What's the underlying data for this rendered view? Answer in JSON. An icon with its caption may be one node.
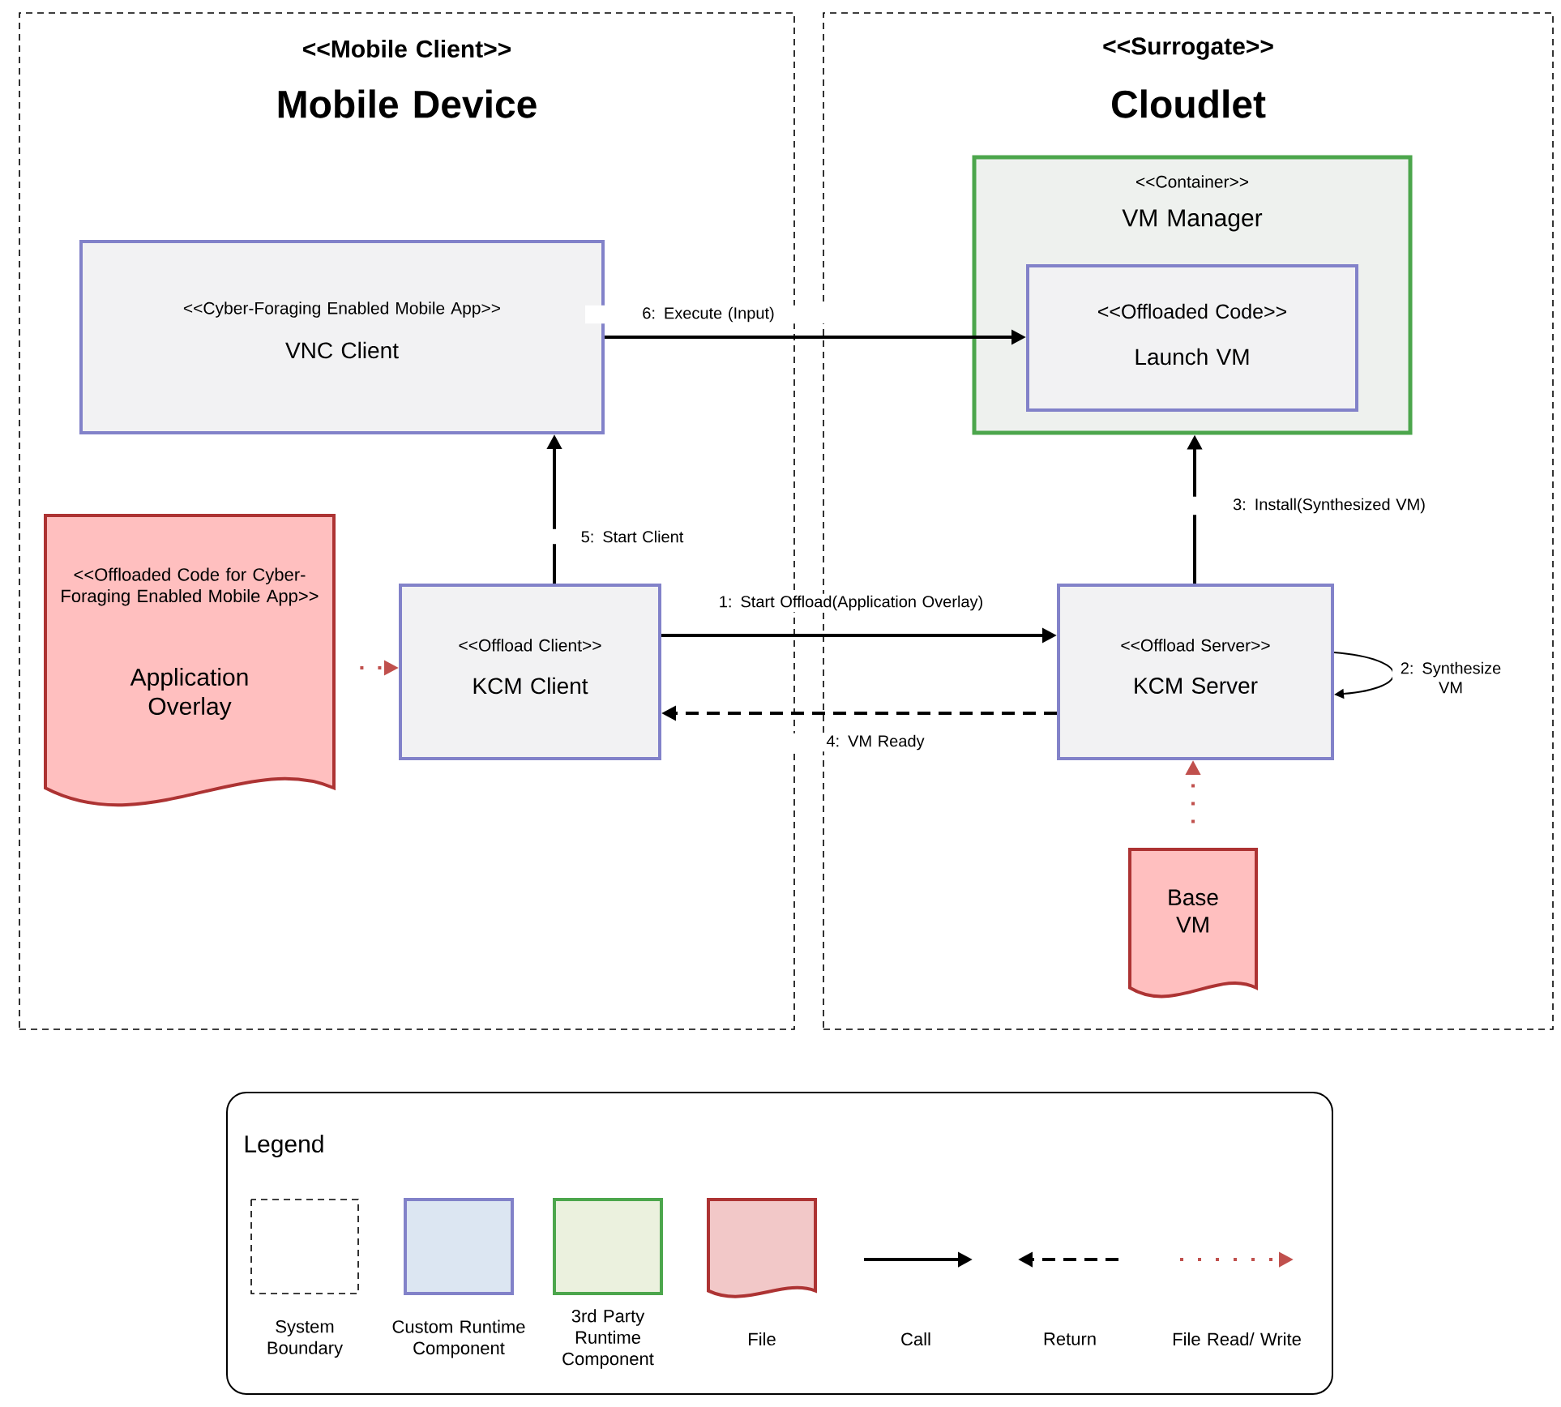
{
  "diagram": {
    "nodes": [
      {
        "text": [
          "<<Mobile Client>>",
          "Mobile Device"
        ]
      },
      {
        "text": [
          "<<Surrogate>>",
          "Cloudlet"
        ]
      },
      {
        "text": [
          "<<Cyber-Foraging Enabled Mobile App>>",
          "VNC Client"
        ],
        "in": 0
      },
      {
        "text": [
          "<<Container>>",
          "VM Manager"
        ],
        "in": 1
      },
      {
        "text": [
          "<<Offloaded Code>>",
          "Launch VM"
        ],
        "in": 3
      },
      {
        "text": [
          "<<Offloaded Code for Cyber-Foraging Enabled Mobile App>>",
          "Application Overlay"
        ],
        "in": 0
      },
      {
        "text": [
          "<<Offload Client>>",
          "KCM Client"
        ],
        "in": 0
      },
      {
        "text": [
          "<<Offload Server>>",
          "KCM Server"
        ],
        "in": 1
      },
      {
        "text": [
          "Base VM"
        ],
        "in": 1
      }
    ],
    "edges": [
      {
        "from": 6,
        "to": 7,
        "arrow": "to",
        "label": "1: Start Offload(Application Overlay)"
      },
      {
        "from": 7,
        "to": 7,
        "arrow": "to",
        "label": "2: Synthesize VM"
      },
      {
        "from": 7,
        "to": 3,
        "arrow": "to",
        "label": "3: Install(Synthesized VM)"
      },
      {
        "from": 7,
        "to": 6,
        "arrow": "to",
        "label": "4: VM Ready",
        "style": "dashed"
      },
      {
        "from": 6,
        "to": 2,
        "arrow": "to",
        "label": "5: Start Client"
      },
      {
        "from": 2,
        "to": 4,
        "arrow": "to",
        "label": "6: Execute (Input)"
      },
      {
        "from": 5,
        "to": 6,
        "arrow": "to",
        "style": "dashed",
        "color": "#c0504d"
      },
      {
        "from": 8,
        "to": 7,
        "arrow": "to",
        "style": "dashed",
        "color": "#c0504d"
      }
    ],
    "labels": [
      "Legend"
    ],
    "legend": [
      {
        "text": "System Boundary"
      },
      {
        "text": "Custom Runtime Component",
        "color": "#dce6f2"
      },
      {
        "text": "3rd Party Runtime Component",
        "color": "#ebf1de"
      },
      {
        "text": "File",
        "color": "#f2c8c8"
      },
      {
        "text": "Call"
      },
      {
        "text": "Return"
      },
      {
        "text": "File Read/ Write"
      }
    ]
  }
}
